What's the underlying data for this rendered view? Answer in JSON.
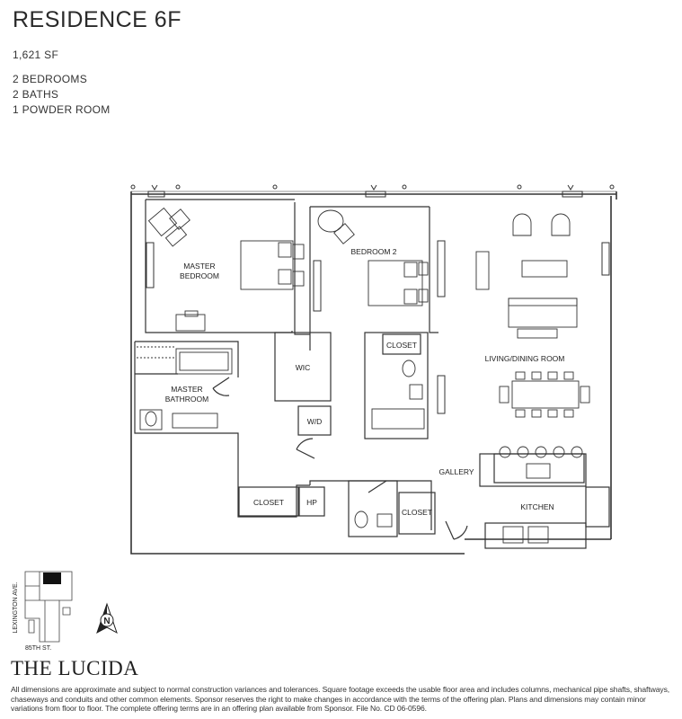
{
  "header": {
    "title": "RESIDENCE 6F",
    "area": "1,621 SF",
    "rooms": [
      "2 BEDROOMS",
      "2 BATHS",
      "1 POWDER ROOM"
    ]
  },
  "plan": {
    "labels": {
      "master_bedroom_1": "MASTER",
      "master_bedroom_2": "BEDROOM",
      "bedroom2": "BEDROOM 2",
      "master_bath_1": "MASTER",
      "master_bath_2": "BATHROOM",
      "wic": "WIC",
      "wd": "W/D",
      "closet": "CLOSET",
      "living": "LIVING/DINING ROOM",
      "gallery": "GALLERY",
      "kitchen": "KITCHEN",
      "hp": "HP"
    }
  },
  "keymap": {
    "street_vertical": "LEXINGTON AVE.",
    "street_horizontal": "85TH ST."
  },
  "compass": {
    "letter": "N"
  },
  "footer": {
    "brand": "THE LUCIDA",
    "disclaimer": "All dimensions are approximate and subject to normal construction variances and tolerances. Square footage exceeds the usable floor area and includes columns, mechanical pipe shafts, shaftways, chaseways and conduits and other common elements. Sponsor reserves the right to make changes in accordance with the terms of the offering plan. Plans and dimensions may contain minor variations from floor to floor. The complete offering terms are in an offering plan available from Sponsor. File No. CD 06-0596."
  },
  "colors": {
    "line": "#333333",
    "keymap_highlight": "#111111"
  }
}
